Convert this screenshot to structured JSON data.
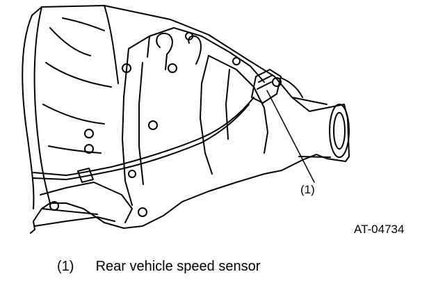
{
  "callout": {
    "number": "(1)"
  },
  "figure_id": "AT-04734",
  "legend": {
    "number": "(1)",
    "label": "Rear vehicle speed sensor"
  }
}
